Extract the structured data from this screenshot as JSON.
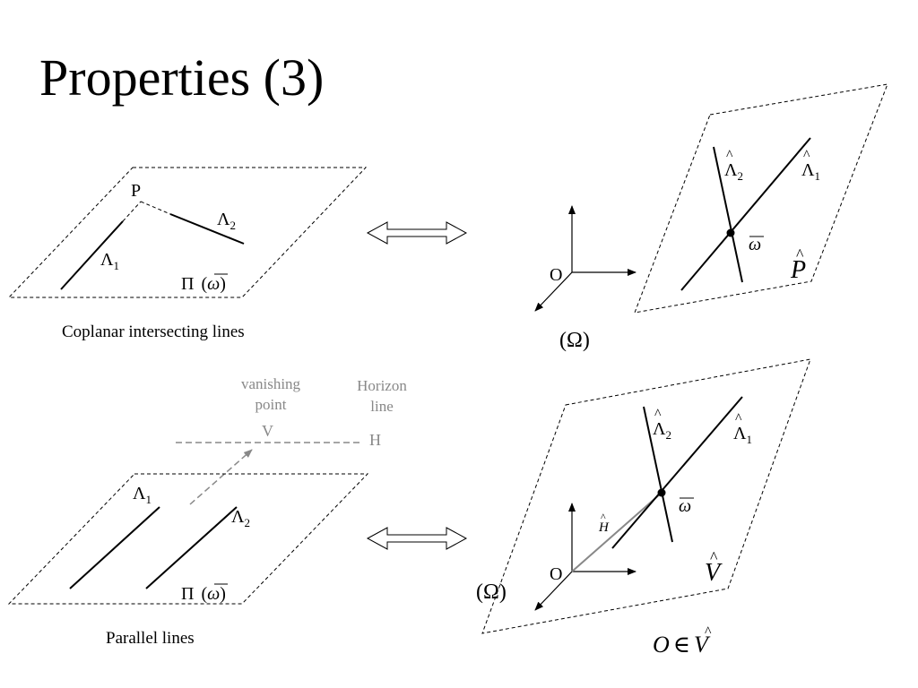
{
  "title": "Properties (3)",
  "colors": {
    "line": "#000000",
    "faint": "#888888"
  },
  "top_left": {
    "point_label": "P",
    "lambda2": {
      "base": "Λ",
      "sub": "2"
    },
    "lambda1": {
      "base": "Λ",
      "sub": "1"
    },
    "plane_label": {
      "pi": "Π",
      "omega": "ω"
    },
    "caption": "Coplanar intersecting lines"
  },
  "bottom_left": {
    "vanishing": [
      "vanishing",
      "point"
    ],
    "horizon": [
      "Horizon",
      "line"
    ],
    "v_label": "V",
    "h_label": "H",
    "lambda1": {
      "base": "Λ",
      "sub": "1"
    },
    "lambda2": {
      "base": "Λ",
      "sub": "2"
    },
    "plane_label": {
      "pi": "Π",
      "omega": "ω"
    },
    "caption": "Parallel lines"
  },
  "top_right": {
    "origin": "O",
    "omega_big": "(Ω)",
    "lambda2": {
      "base": "Λ",
      "sub": "2"
    },
    "lambda1": {
      "base": "Λ",
      "sub": "1"
    },
    "omega": "ω",
    "plane": "P"
  },
  "bottom_right": {
    "origin": "O",
    "omega_big": "(Ω)",
    "lambda2": {
      "base": "Λ",
      "sub": "2"
    },
    "lambda1": {
      "base": "Λ",
      "sub": "1"
    },
    "omega": "ω",
    "h": "H",
    "plane": "V",
    "relation": {
      "o": "O",
      "elem": "∈",
      "v": "V"
    }
  },
  "arrows": [
    "double-arrow-top",
    "double-arrow-bottom"
  ]
}
